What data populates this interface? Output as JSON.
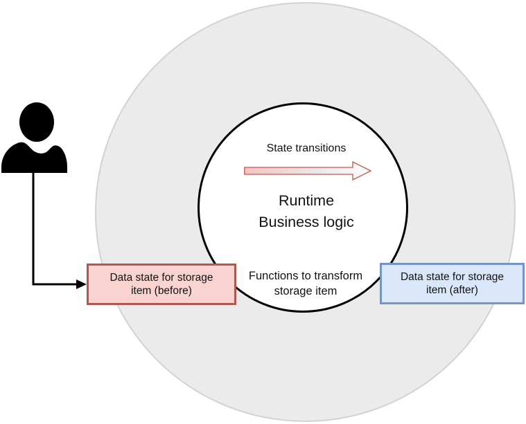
{
  "diagram": {
    "outer_circle": {
      "fill_color": "#ebebeb",
      "border_color": "#d2d2d2"
    },
    "inner_circle": {
      "fill_color": "#ffffff",
      "border_color": "#000000",
      "state_transitions_label": "State transitions",
      "runtime_label": "Runtime",
      "business_logic_label": "Business logic",
      "functions_label_line1": "Functions to transform",
      "functions_label_line2": "storage item",
      "arrow": {
        "direction": "right",
        "fill_start_color": "#f5c4c0",
        "fill_end_color": "#fdfdfd",
        "stroke_color": "#c2564c"
      }
    },
    "before_box": {
      "label_line1": "Data state for storage",
      "label_line2": "item (before)",
      "fill_color": "#f8d3d0",
      "border_color": "#b0574e"
    },
    "after_box": {
      "label_line1": "Data state for storage",
      "label_line2": "item (after)",
      "fill_color": "#dae7fa",
      "border_color": "#7593c7"
    },
    "actor": {
      "icon": "person-icon",
      "color": "#000000"
    }
  }
}
